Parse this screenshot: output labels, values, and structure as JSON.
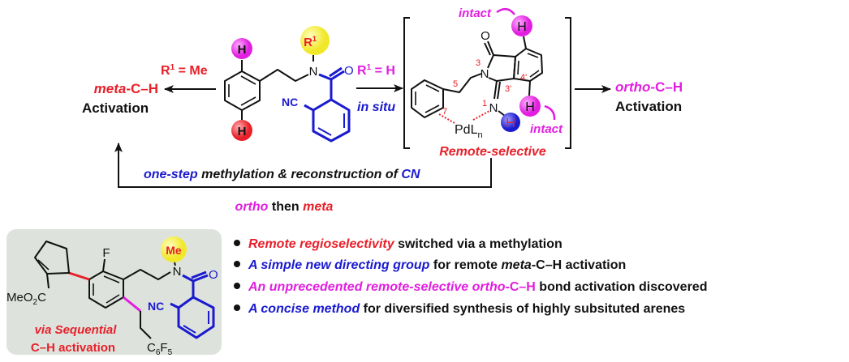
{
  "colors": {
    "red": "#e8202a",
    "magenta": "#e21ee0",
    "blue": "#1a1ad0",
    "box": "#dde3dc"
  },
  "scheme": {
    "left_condition": {
      "r": "R",
      "sup": "1",
      "rest": " = Me"
    },
    "left_product": {
      "meta": "meta",
      "ch": "-C–H",
      "activation": "Activation"
    },
    "right_condition": {
      "r": "R",
      "sup": "1",
      "rest": " = H",
      "in_situ": "in situ"
    },
    "right_product": {
      "ortho": "ortho",
      "ch": "-C–H",
      "activation": "Activation"
    },
    "substrate": {
      "h_top": "H",
      "h_bottom": "H",
      "r1": "R",
      "r1_sup": "1",
      "n": "N",
      "o": "O",
      "nc": "NC"
    },
    "intermediate": {
      "o": "O",
      "n3": "N",
      "n1": "N",
      "h": "H",
      "h_top": "H",
      "h_bottom": "H",
      "pd": "PdL",
      "pd_sub": "n",
      "num3": "3",
      "num5": "5",
      "num7": "7",
      "num1": "1",
      "num4p": "4'",
      "num3p": "3'",
      "intact_top": "intact",
      "intact_bottom": "intact",
      "remote": "Remote-selective"
    },
    "loop": {
      "one_step": "one-step",
      "middle": " methylation & reconstruction of ",
      "cn": "CN",
      "ortho": "ortho",
      "then": " then ",
      "meta": "meta"
    }
  },
  "example": {
    "f": "F",
    "me": "Me",
    "n": "N",
    "o": "O",
    "nc": "NC",
    "ester": "MeO",
    "ester_sub": "2",
    "ester_c": "C",
    "c6f5_c": "C",
    "c6f5_6": "6",
    "c6f5_f": "F",
    "c6f5_5": "5",
    "via": "via Sequential",
    "ch_act": "C–H activation"
  },
  "bullets": [
    {
      "a": "Remote regioselectivity",
      "b": " switched via a methylation"
    },
    {
      "a": "A simple new directing group",
      "b": " for remote ",
      "c": "meta",
      "d": "-C–H activation"
    },
    {
      "a": "An unprecedented remote-selective ",
      "c": "ortho",
      "d": "-C–H",
      "b": " bond activation discovered"
    },
    {
      "a": "A concise method ",
      "b": " for diversified synthesis of highly subsituted arenes"
    }
  ]
}
